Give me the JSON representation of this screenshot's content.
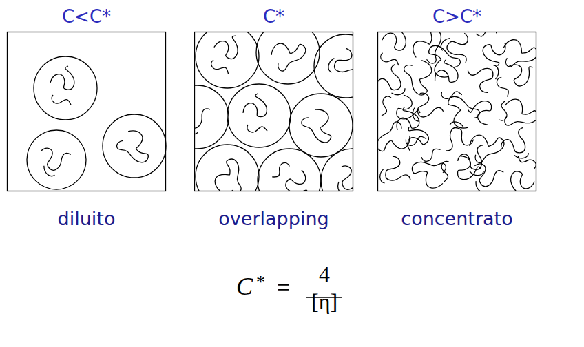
{
  "diagram": {
    "nodes": [
      {
        "text": [
          "C<C*",
          "diluito"
        ]
      },
      {
        "text": [
          "C*",
          "overlapping"
        ]
      },
      {
        "text": [
          "C>C*",
          "concentrato"
        ]
      }
    ],
    "labels": [
      "C",
      "*",
      "=",
      "4",
      "[η]"
    ]
  }
}
